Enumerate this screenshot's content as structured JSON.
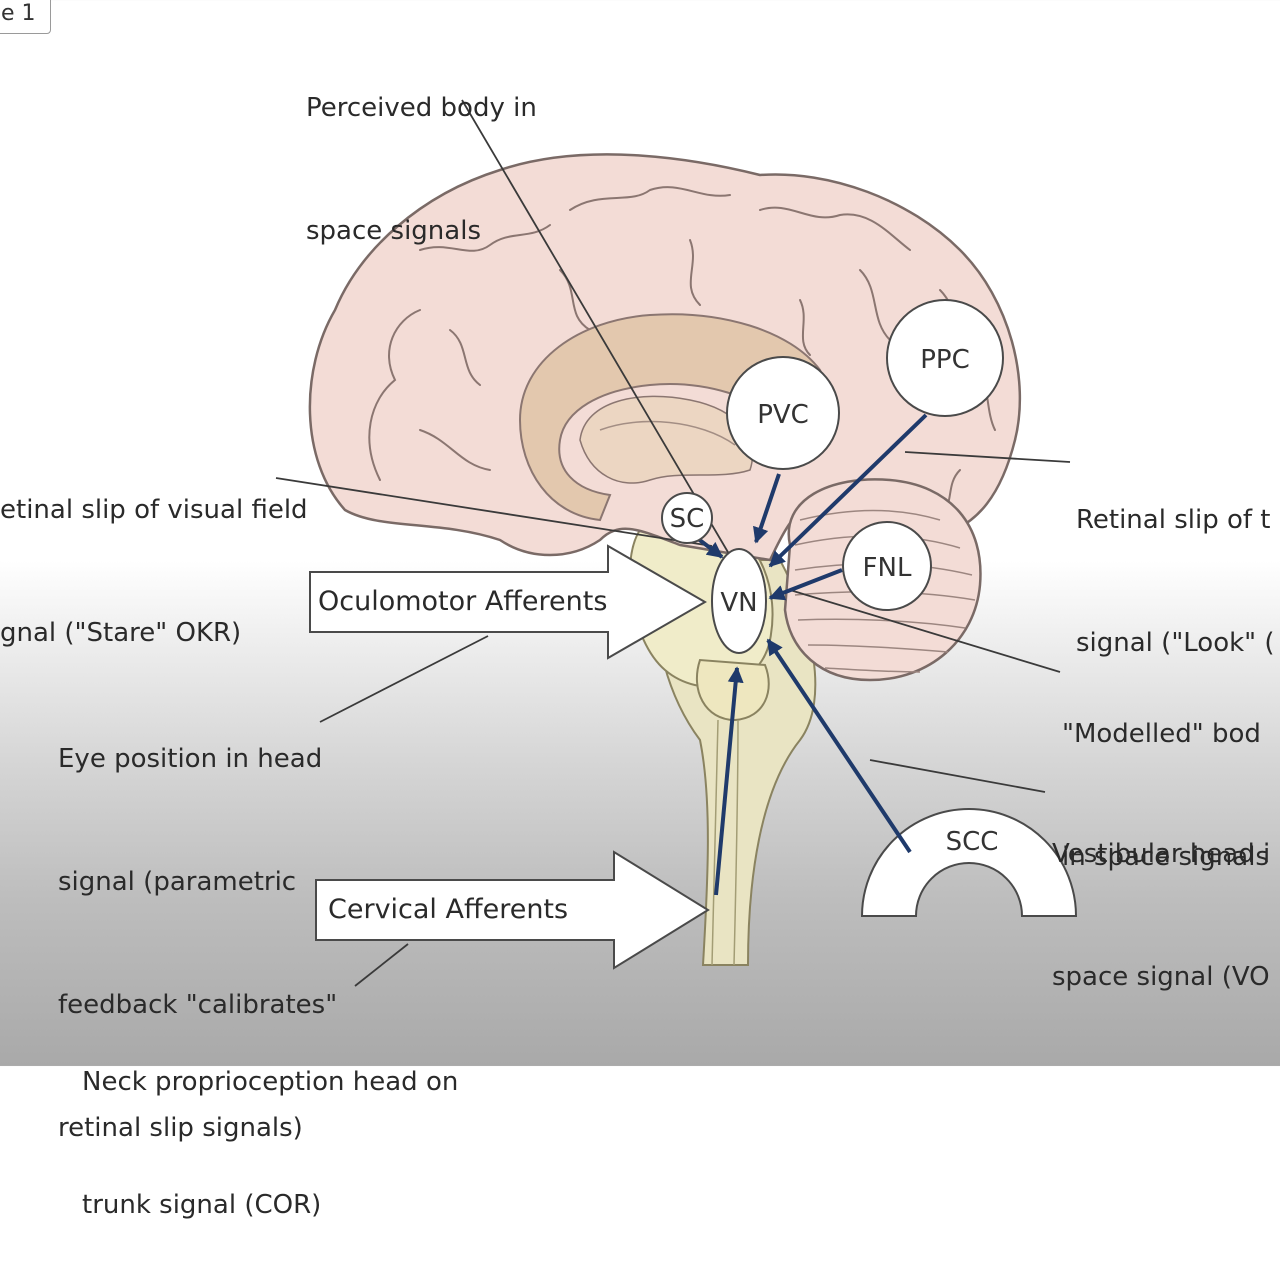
{
  "figure_tab": "e 1",
  "labels": {
    "perceived": [
      "Perceived body in",
      "space signals"
    ],
    "stare": [
      "etinal slip of visual field",
      "gnal (\"Stare\" OKR)"
    ],
    "look": [
      "Retinal slip of t",
      "signal (\"Look\" ("
    ],
    "eye_position": [
      "Eye position in head",
      "signal (parametric",
      "feedback \"calibrates\"",
      "retinal slip signals)"
    ],
    "modelled": [
      "\"Modelled\" bod",
      "in space signals"
    ],
    "vestibular": [
      "Vestibular head i",
      "space signal (VO"
    ],
    "neck": [
      "Neck proprioception head on",
      "trunk signal (COR)"
    ]
  },
  "arrow_boxes": {
    "oculomotor": "Oculomotor Afferents",
    "cervical": "Cervical Afferents"
  },
  "nodes": {
    "ppc": "PPC",
    "pvc": "PVC",
    "sc": "SC",
    "fnl": "FNL",
    "vn": "VN",
    "scc": "SCC"
  },
  "colors": {
    "cortex": "#f3dcd6",
    "cortex_outline": "#7a6a66",
    "limbic": "#e3c8ae",
    "brainstem": "#e9e4c3",
    "cerebellum": "#f3dcd6",
    "pathway_arrow": "#1f3a6b",
    "label_line": "#3a3a3a"
  }
}
